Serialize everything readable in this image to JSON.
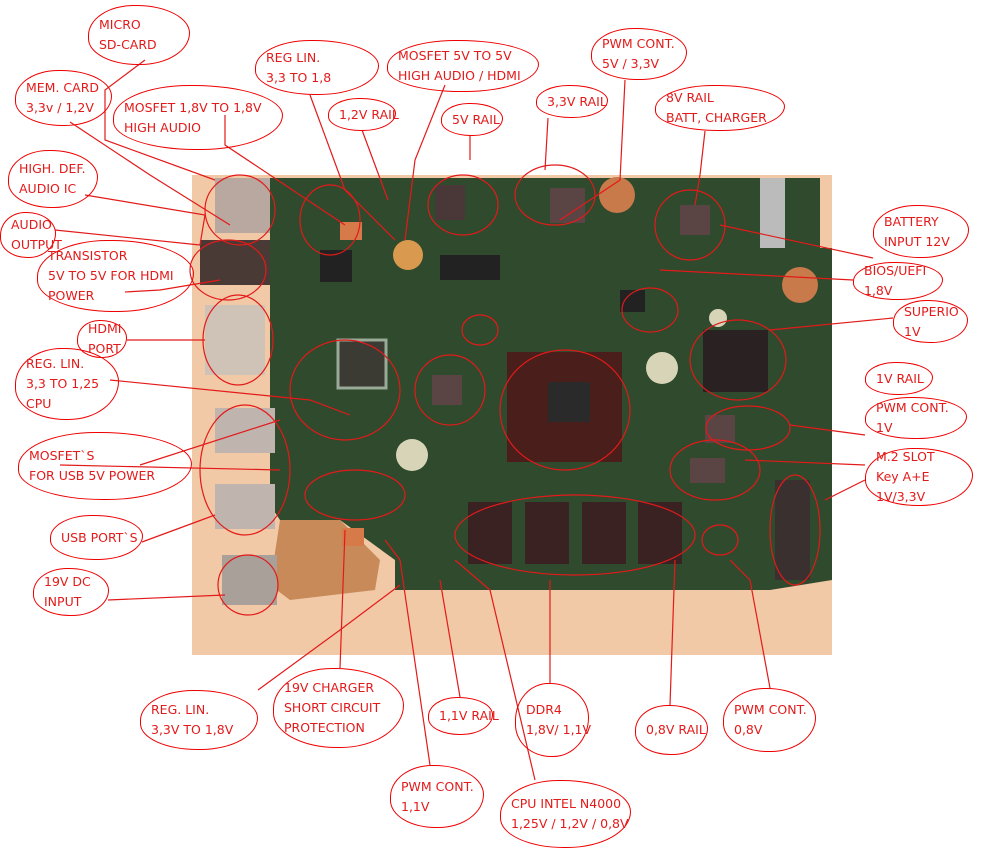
{
  "labels": [
    {
      "id": "micro-sd-card",
      "lines": [
        "MICRO",
        "SD-CARD"
      ]
    },
    {
      "id": "mem-card",
      "lines": [
        "MEM. CARD",
        "3,3v / 1,2V"
      ]
    },
    {
      "id": "mosfet-1-8v",
      "lines": [
        "MOSFET 1,8V TO 1,8V",
        "HIGH AUDIO"
      ]
    },
    {
      "id": "reg-lin-3-3-to-1-8",
      "lines": [
        "REG LIN.",
        "3,3 TO 1,8"
      ]
    },
    {
      "id": "mosfet-5v",
      "lines": [
        "MOSFET 5V TO 5V",
        "HIGH AUDIO / HDMI"
      ]
    },
    {
      "id": "rail-1-2v",
      "lines": [
        "1,2V RAIL"
      ]
    },
    {
      "id": "rail-5v",
      "lines": [
        "5V RAIL"
      ]
    },
    {
      "id": "rail-3-3v",
      "lines": [
        "3,3V RAIL"
      ]
    },
    {
      "id": "pwm-5v-3-3v",
      "lines": [
        "PWM CONT.",
        "5V / 3,3V"
      ]
    },
    {
      "id": "rail-8v",
      "lines": [
        "8V RAIL",
        "BATT, CHARGER"
      ]
    },
    {
      "id": "hd-audio-ic",
      "lines": [
        "HIGH. DEF.",
        "AUDIO IC"
      ]
    },
    {
      "id": "audio-output",
      "lines": [
        "AUDIO",
        "OUTPUT"
      ]
    },
    {
      "id": "transistor-hdmi",
      "lines": [
        "TRANSISTOR",
        "5V TO 5V FOR HDMI",
        "POWER"
      ]
    },
    {
      "id": "hdmi-port",
      "lines": [
        "HDMI",
        "PORT"
      ]
    },
    {
      "id": "reg-lin-cpu",
      "lines": [
        "REG. LIN.",
        "3,3 TO 1,25",
        "CPU"
      ]
    },
    {
      "id": "mosfets-usb",
      "lines": [
        "MOSFET`S",
        "FOR USB 5V POWER"
      ]
    },
    {
      "id": "usb-ports",
      "lines": [
        "USB PORT`S"
      ]
    },
    {
      "id": "dc-input",
      "lines": [
        "19V DC",
        "INPUT"
      ]
    },
    {
      "id": "battery-input",
      "lines": [
        "BATTERY",
        "INPUT 12V"
      ]
    },
    {
      "id": "bios-uefi",
      "lines": [
        "BIOS/UEFI",
        "1,8V"
      ]
    },
    {
      "id": "superio",
      "lines": [
        "SUPERIO",
        "1V"
      ]
    },
    {
      "id": "rail-1v",
      "lines": [
        "1V RAIL"
      ]
    },
    {
      "id": "pwm-1v",
      "lines": [
        "PWM CONT.",
        "1V"
      ]
    },
    {
      "id": "m2-slot",
      "lines": [
        "M.2 SLOT",
        "Key A+E",
        "1V/3,3V"
      ]
    },
    {
      "id": "reg-lin-3-3v-1-8v",
      "lines": [
        "REG. LIN.",
        "3,3V TO 1,8V"
      ]
    },
    {
      "id": "charger-protection",
      "lines": [
        "19V CHARGER",
        "SHORT CIRCUIT",
        "PROTECTION"
      ]
    },
    {
      "id": "rail-1-1v",
      "lines": [
        "1,1V RAIL"
      ]
    },
    {
      "id": "pwm-1-1v",
      "lines": [
        "PWM CONT.",
        "1,1V"
      ]
    },
    {
      "id": "ddr4",
      "lines": [
        "DDR4",
        "1,8V/ 1,1V"
      ]
    },
    {
      "id": "cpu",
      "lines": [
        "CPU INTEL N4000",
        "1,25V / 1,2V / 0,8V"
      ]
    },
    {
      "id": "rail-0-8v",
      "lines": [
        "0,8V RAIL"
      ]
    },
    {
      "id": "pwm-0-8v",
      "lines": [
        "PWM CONT.",
        "0,8V"
      ]
    }
  ],
  "colors": {
    "annotation": "#e31a1a",
    "pcb": "#2f4a2c",
    "background": "#f1c9a6"
  }
}
